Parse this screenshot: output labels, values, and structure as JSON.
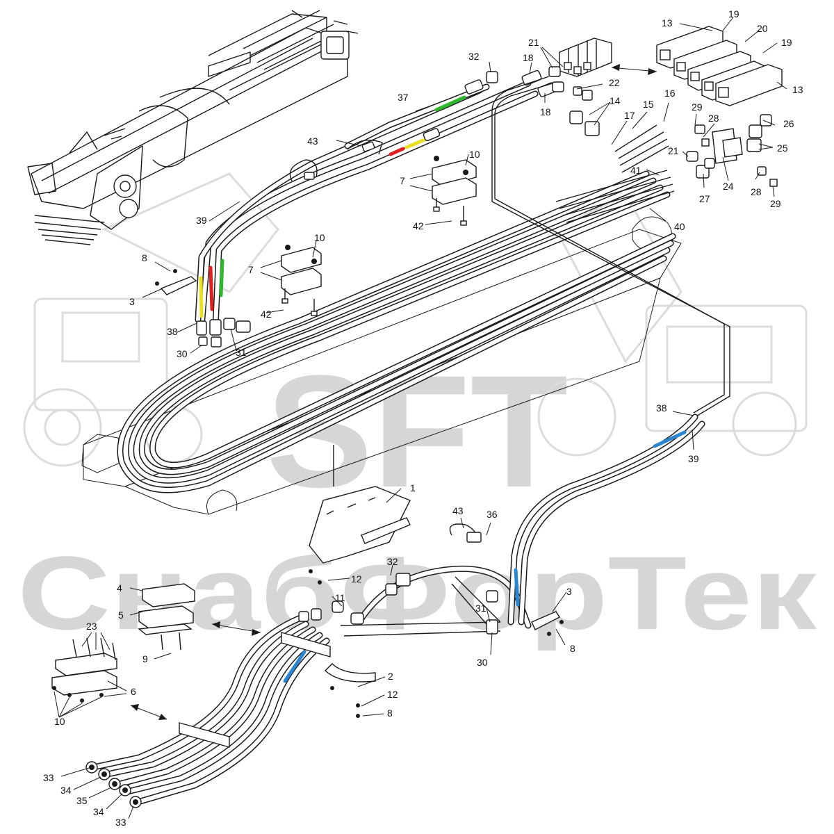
{
  "watermark": {
    "brand": "SFT",
    "text": "СнабФорТек"
  },
  "colors": {
    "green": "#2db82d",
    "red": "#e02020",
    "yellow": "#e8e020",
    "blue": "#2a86d0"
  },
  "callouts": {
    "c13a": "13",
    "c19a": "19",
    "c20": "20",
    "c19b": "19",
    "c13b": "13",
    "c32a": "32",
    "c18a": "18",
    "c21a": "21",
    "c37": "37",
    "c22": "22",
    "c18b": "18",
    "c14": "14",
    "c17": "17",
    "c15": "15",
    "c16": "16",
    "c29a": "29",
    "c28a": "28",
    "c26": "26",
    "c25": "25",
    "c21b": "21",
    "c24": "24",
    "c43a": "43",
    "c10a": "10",
    "c7a": "7",
    "c42a": "42",
    "c41": "41",
    "c27": "27",
    "c28b": "28",
    "c29b": "29",
    "c40": "40",
    "c39a": "39",
    "c10b": "10",
    "c8a": "8",
    "c7b": "7",
    "c3a": "3",
    "c42b": "42",
    "c38a": "38",
    "c30a": "30",
    "c31a": "31",
    "c38b": "38",
    "c39b": "39",
    "c1": "1",
    "c43b": "43",
    "c36": "36",
    "c32b": "32",
    "c12a": "12",
    "c11": "11",
    "c4": "4",
    "c5": "5",
    "c9": "9",
    "c3b": "3",
    "c31b": "31",
    "c8b": "8",
    "c30b": "30",
    "c23": "23",
    "c6": "6",
    "c10c": "10",
    "c2": "2",
    "c12b": "12",
    "c8c": "8",
    "c33a": "33",
    "c34a": "34",
    "c35": "35",
    "c34b": "34",
    "c33b": "33"
  }
}
